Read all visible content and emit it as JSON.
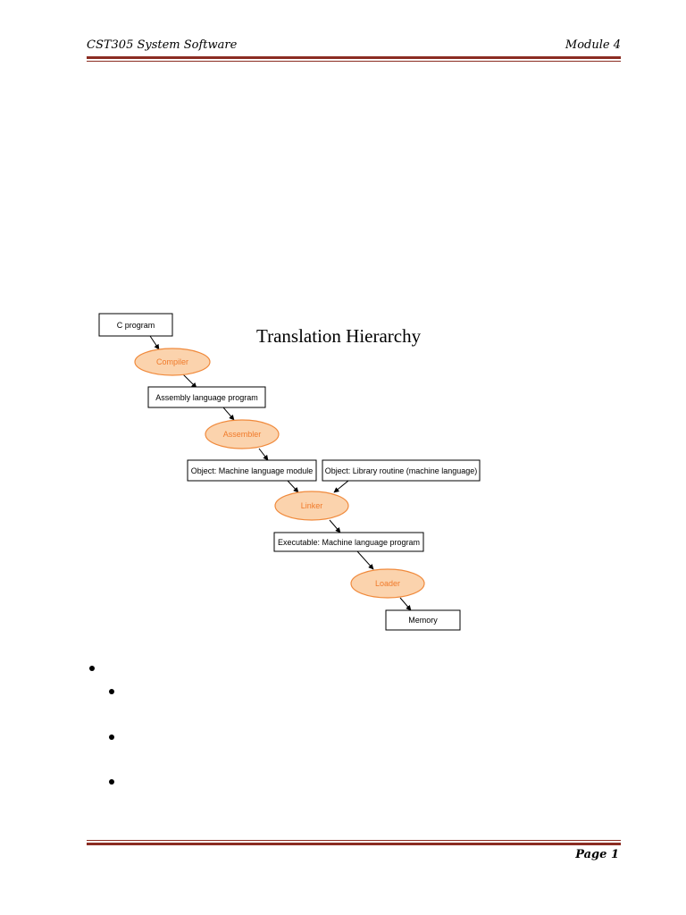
{
  "header": {
    "left": "CST305 System Software",
    "right": "Module 4"
  },
  "footer": {
    "page": "Page 1"
  },
  "diagram": {
    "title": "Translation Hierarchy",
    "nodes": {
      "c_program": "C program",
      "compiler": "Compiler",
      "assembly": "Assembly language program",
      "assembler": "Assembler",
      "object_module": "Object: Machine language module",
      "object_library": "Object: Library routine (machine language)",
      "linker": "Linker",
      "executable": "Executable: Machine language program",
      "loader": "Loader",
      "memory": "Memory"
    },
    "colors": {
      "process_fill": "#fbd3ad",
      "process_stroke": "#f08a3c",
      "process_text": "#f07a2a"
    }
  }
}
